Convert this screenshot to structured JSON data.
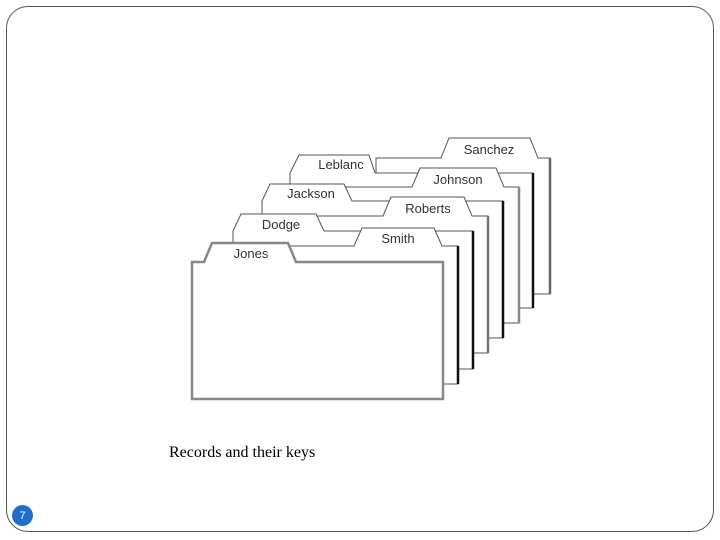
{
  "figure": {
    "cards": [
      {
        "label": "Sanchez"
      },
      {
        "label": "Leblanc"
      },
      {
        "label": "Johnson"
      },
      {
        "label": "Jackson"
      },
      {
        "label": "Roberts"
      },
      {
        "label": "Dodge"
      },
      {
        "label": "Smith"
      },
      {
        "label": "Jones"
      }
    ]
  },
  "caption": "Records and their keys",
  "page_number": "7"
}
